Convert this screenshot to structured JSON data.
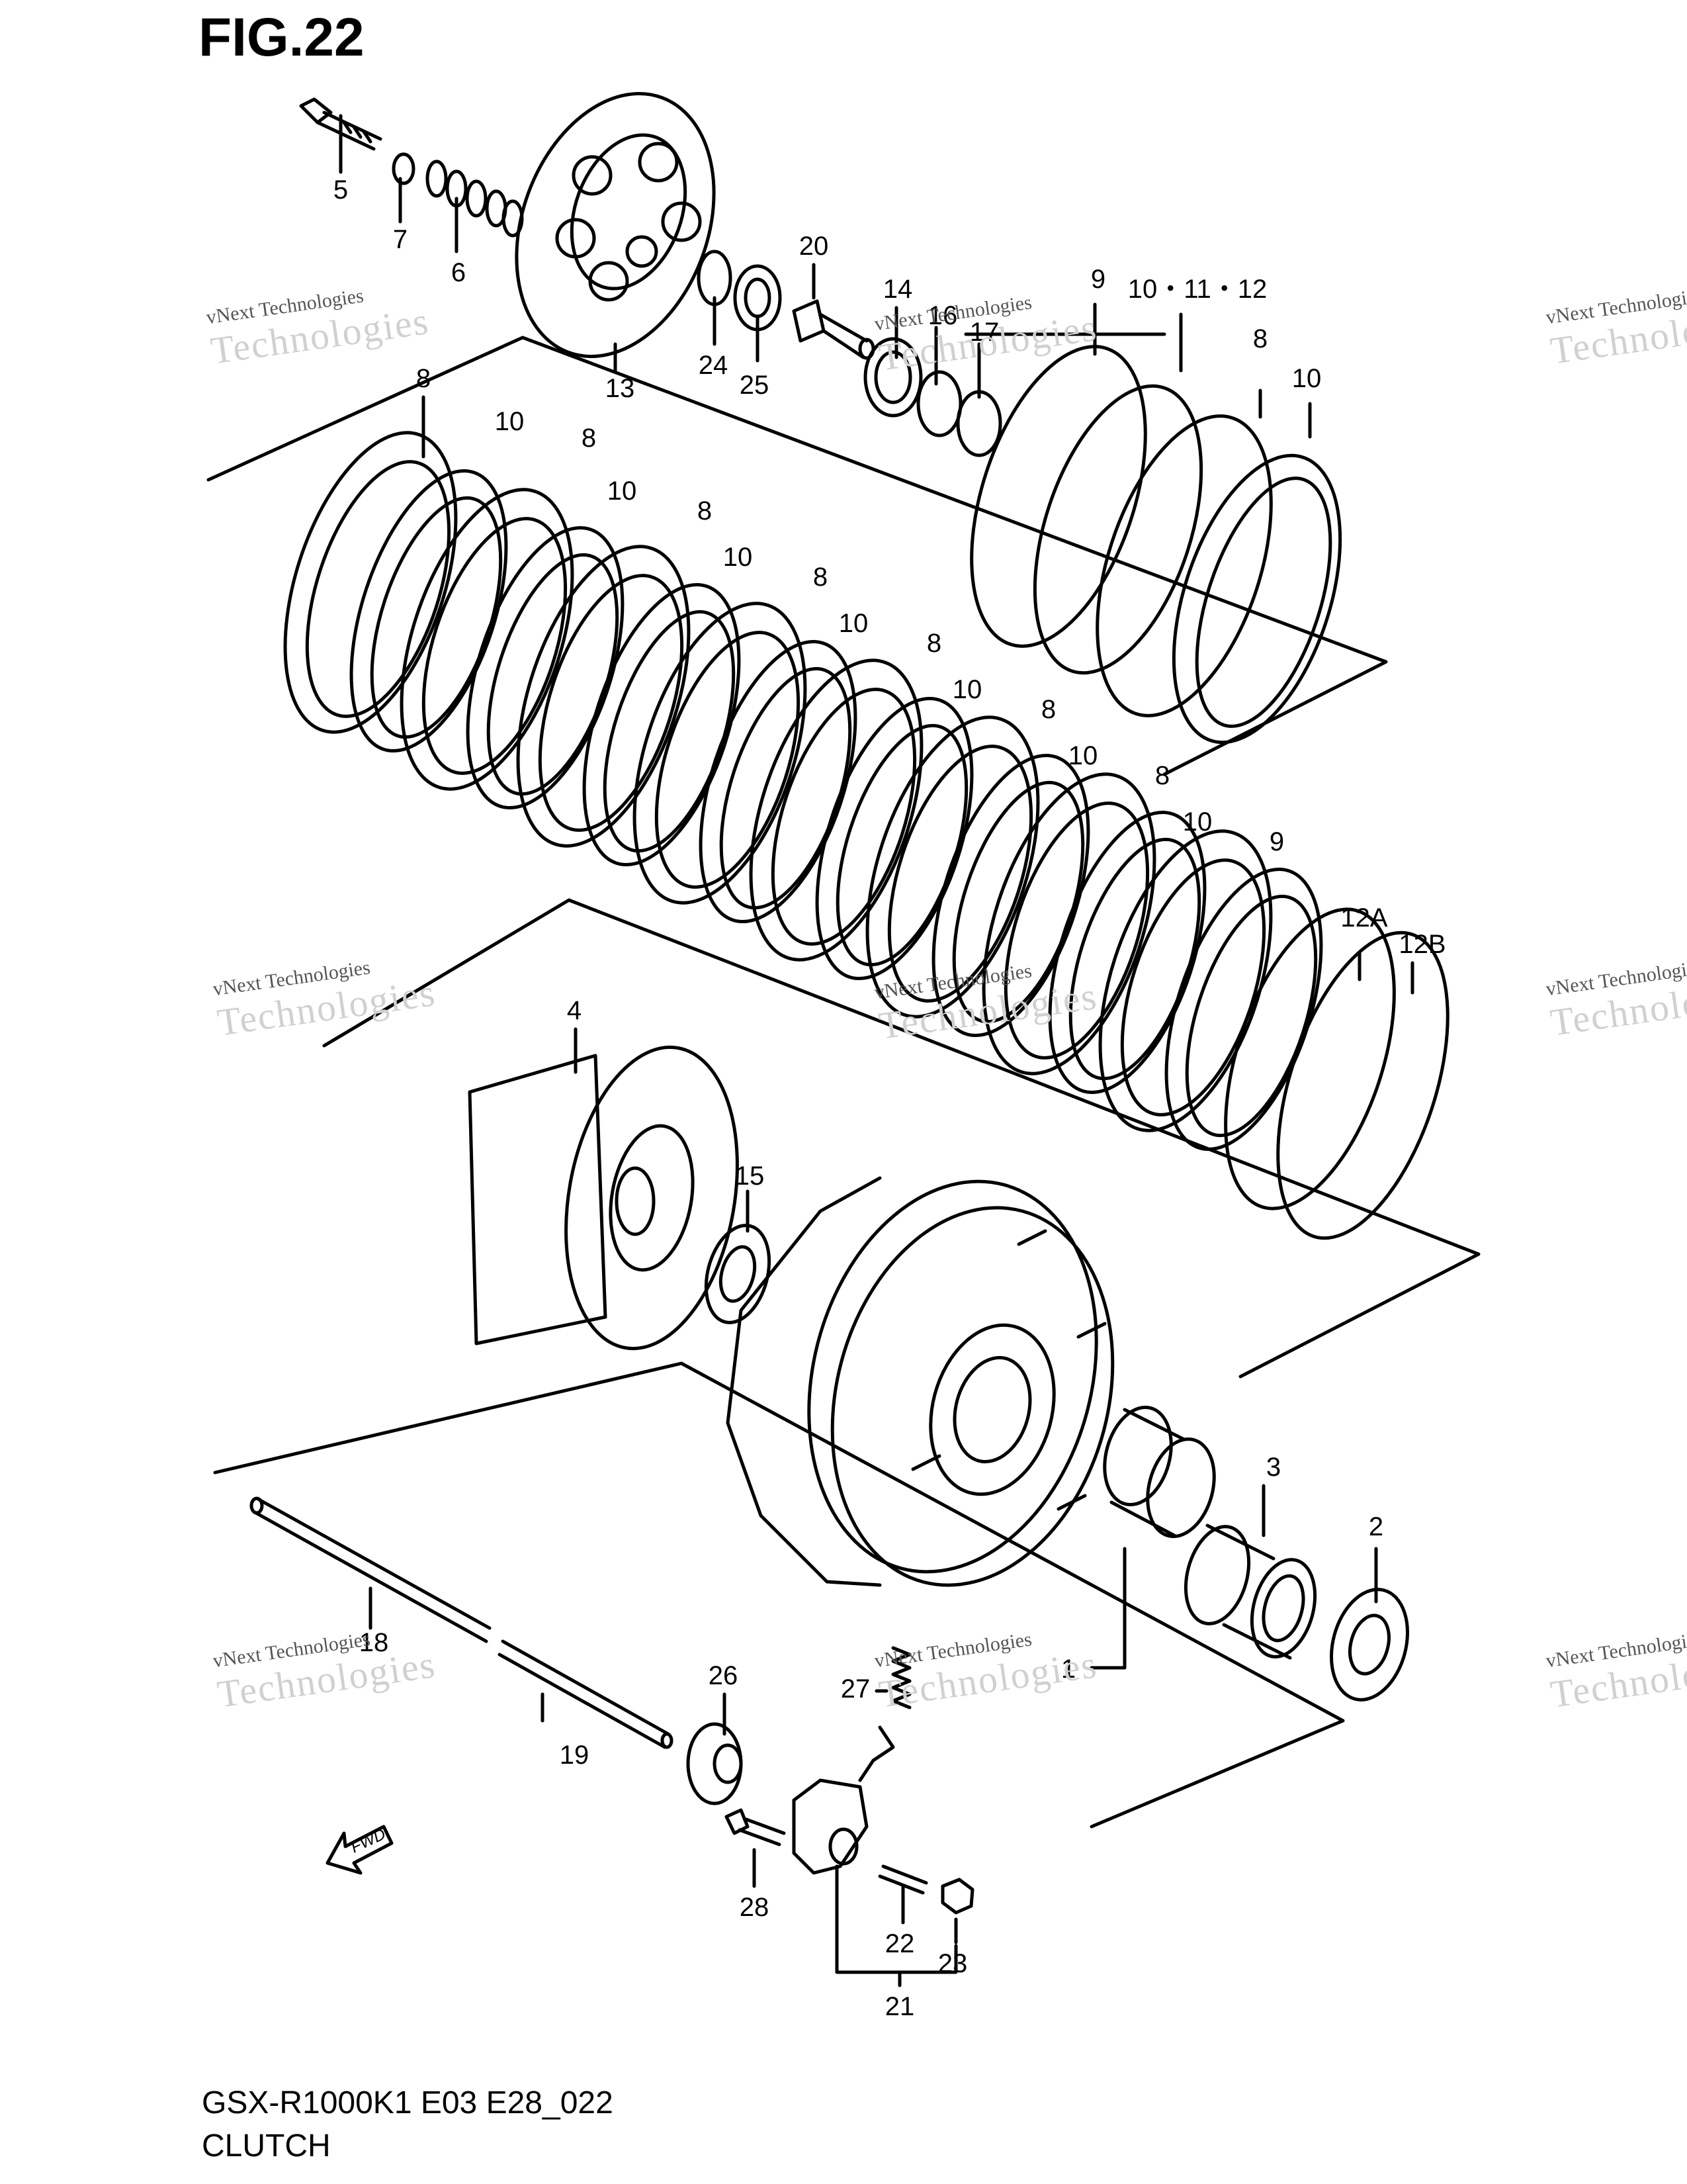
{
  "figure": "FIG.22",
  "footer": {
    "code": "GSX-R1000K1 E03 E28_022",
    "name": "CLUTCH"
  },
  "watermark": {
    "line1": "vNext Technologies",
    "line2": "Technologies"
  },
  "fwd_label": "FWD",
  "callouts": [
    {
      "id": "c5",
      "text": "5"
    },
    {
      "id": "c7",
      "text": "7"
    },
    {
      "id": "c6",
      "text": "6"
    },
    {
      "id": "c13",
      "text": "13"
    },
    {
      "id": "c24",
      "text": "24"
    },
    {
      "id": "c25",
      "text": "25"
    },
    {
      "id": "c20",
      "text": "20"
    },
    {
      "id": "c14",
      "text": "14"
    },
    {
      "id": "c16",
      "text": "16"
    },
    {
      "id": "c17",
      "text": "17"
    },
    {
      "id": "c9a",
      "text": "9"
    },
    {
      "id": "c101112",
      "text": "10・11・12"
    },
    {
      "id": "c8a",
      "text": "8"
    },
    {
      "id": "c10a",
      "text": "10"
    },
    {
      "id": "c8b",
      "text": "8"
    },
    {
      "id": "c10b",
      "text": "10"
    },
    {
      "id": "c8c",
      "text": "8"
    },
    {
      "id": "c10c",
      "text": "10"
    },
    {
      "id": "c8d",
      "text": "8"
    },
    {
      "id": "c10d",
      "text": "10"
    },
    {
      "id": "c8e",
      "text": "8"
    },
    {
      "id": "c10e",
      "text": "10"
    },
    {
      "id": "c8f",
      "text": "8"
    },
    {
      "id": "c10f",
      "text": "10"
    },
    {
      "id": "c8g",
      "text": "8"
    },
    {
      "id": "c10g",
      "text": "10"
    },
    {
      "id": "c8h",
      "text": "8"
    },
    {
      "id": "c10h",
      "text": "10"
    },
    {
      "id": "c9b",
      "text": "9"
    },
    {
      "id": "c12a",
      "text": "12A"
    },
    {
      "id": "c12b",
      "text": "12B"
    },
    {
      "id": "c4",
      "text": "4"
    },
    {
      "id": "c15",
      "text": "15"
    },
    {
      "id": "c3",
      "text": "3"
    },
    {
      "id": "c2",
      "text": "2"
    },
    {
      "id": "c1",
      "text": "1"
    },
    {
      "id": "c18",
      "text": "18"
    },
    {
      "id": "c19",
      "text": "19"
    },
    {
      "id": "c26",
      "text": "26"
    },
    {
      "id": "c27",
      "text": "27"
    },
    {
      "id": "c28",
      "text": "28"
    },
    {
      "id": "c22",
      "text": "22"
    },
    {
      "id": "c23",
      "text": "23"
    },
    {
      "id": "c21",
      "text": "21"
    }
  ]
}
